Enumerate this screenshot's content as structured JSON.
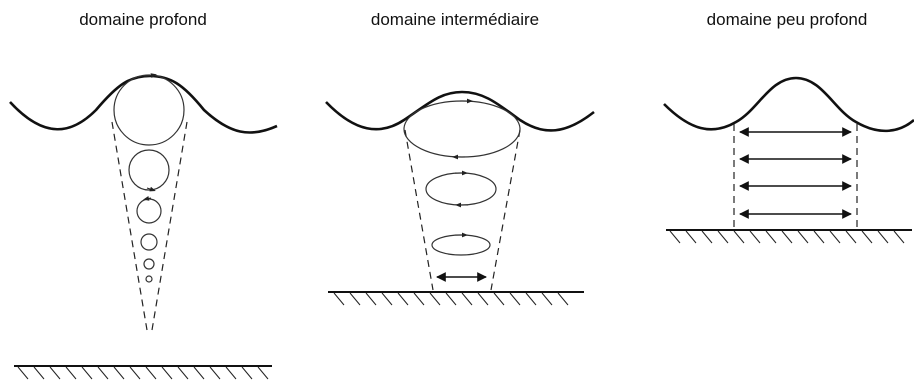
{
  "panels": [
    {
      "id": "deep",
      "title": "domaine profond"
    },
    {
      "id": "intermediate",
      "title": "domaine intermédiaire"
    },
    {
      "id": "shallow",
      "title": "domaine peu profond"
    }
  ],
  "colors": {
    "line": "#111111",
    "background": "#ffffff"
  }
}
